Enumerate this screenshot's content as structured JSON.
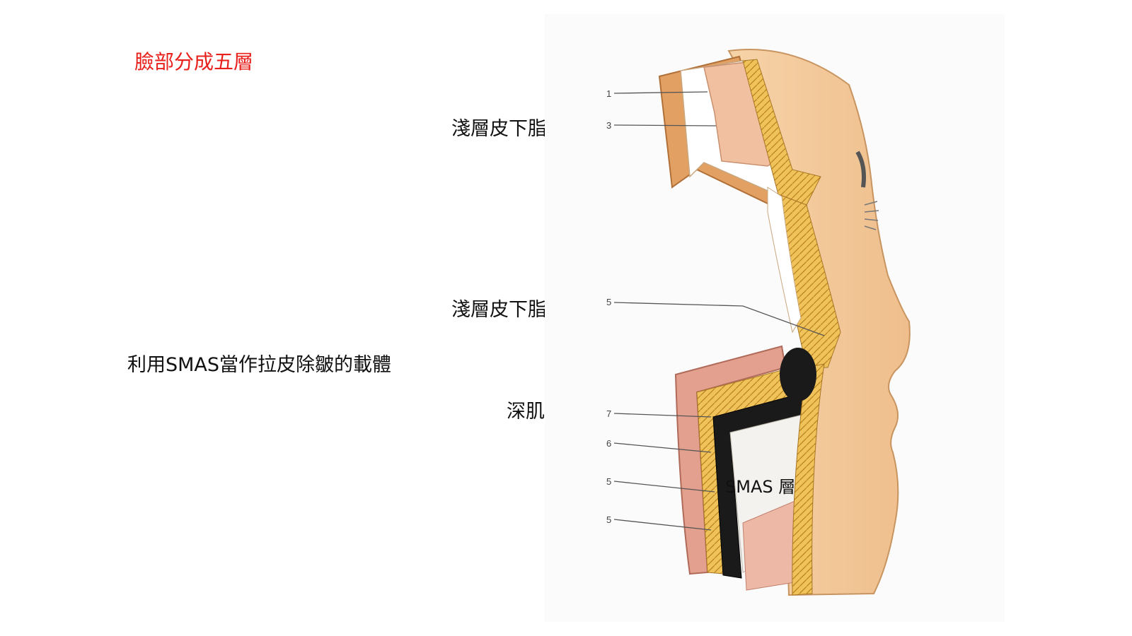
{
  "slide": {
    "title": "臉部分成五層",
    "note": "利用SMAS當作拉皮除皺的載體"
  },
  "diagram": {
    "side_labels": {
      "upper_fat": "淺層皮下脂肪",
      "middle_fat": "淺層皮下脂肪",
      "deep_fascia": "深肌膜"
    },
    "inner_label": "SMAS 層",
    "numbers": [
      "1",
      "3",
      "5",
      "7",
      "6",
      "5",
      "5"
    ]
  },
  "colors": {
    "title": "#e8201c",
    "skin": "#f3c79a",
    "fat": "#e9b63f",
    "smas": "#1a1a1a",
    "muscle": "#e4a08e"
  }
}
